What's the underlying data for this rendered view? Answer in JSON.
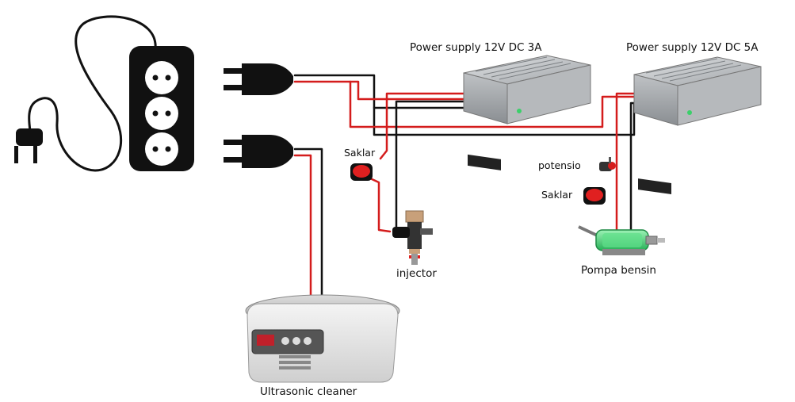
{
  "labels": {
    "psu_3a": "Power supply 12V DC 3A",
    "psu_5a": "Power supply 12V DC 5A",
    "saklar_left": "Saklar",
    "saklar_right": "Saklar",
    "potensio": "potensio",
    "injector": "injector",
    "pump": "Pompa bensin",
    "ultrasonic": "Ultrasonic cleaner"
  },
  "colors": {
    "wire_red": "#d41c1c",
    "wire_black": "#111111",
    "switch_red": "#e02020",
    "pump_green": "#3bd06a"
  }
}
